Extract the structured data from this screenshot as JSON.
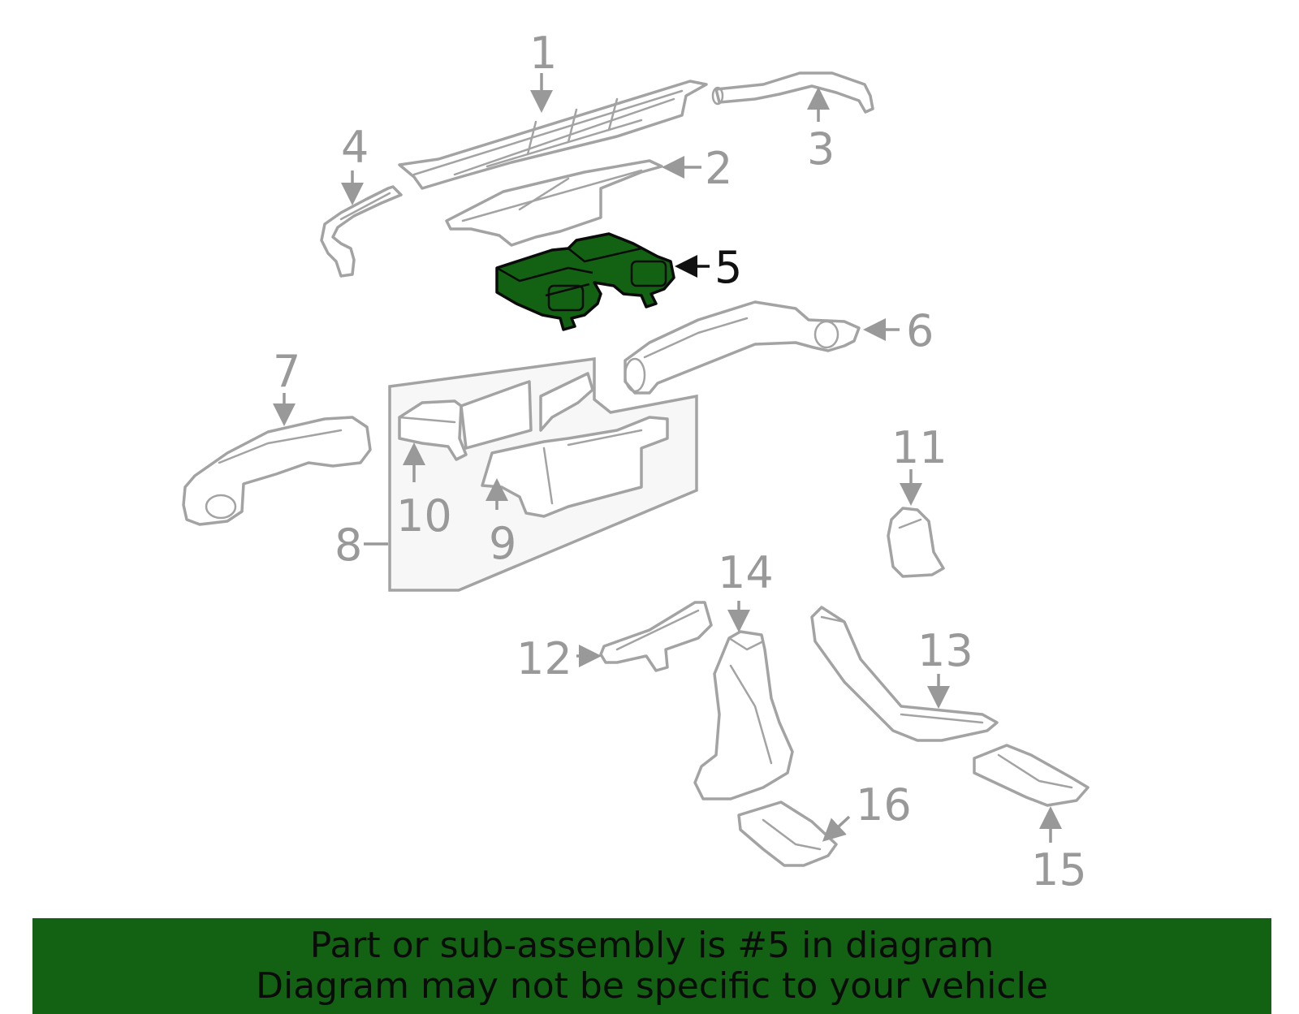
{
  "diagram": {
    "highlight_color": "#136112",
    "outline_color": "#a3a3a3",
    "callouts": [
      {
        "id": "c1",
        "label": "1"
      },
      {
        "id": "c2",
        "label": "2"
      },
      {
        "id": "c3",
        "label": "3"
      },
      {
        "id": "c4",
        "label": "4"
      },
      {
        "id": "c5",
        "label": "5",
        "highlighted": true
      },
      {
        "id": "c6",
        "label": "6"
      },
      {
        "id": "c7",
        "label": "7"
      },
      {
        "id": "c8",
        "label": "8"
      },
      {
        "id": "c9",
        "label": "9"
      },
      {
        "id": "c10",
        "label": "10"
      },
      {
        "id": "c11",
        "label": "11"
      },
      {
        "id": "c12",
        "label": "12"
      },
      {
        "id": "c13",
        "label": "13"
      },
      {
        "id": "c14",
        "label": "14"
      },
      {
        "id": "c15",
        "label": "15"
      },
      {
        "id": "c16",
        "label": "16"
      }
    ]
  },
  "banner": {
    "background": "#136112",
    "line1": "Part or sub-assembly is #5 in diagram",
    "line2": "Diagram may not be specific to your vehicle"
  }
}
